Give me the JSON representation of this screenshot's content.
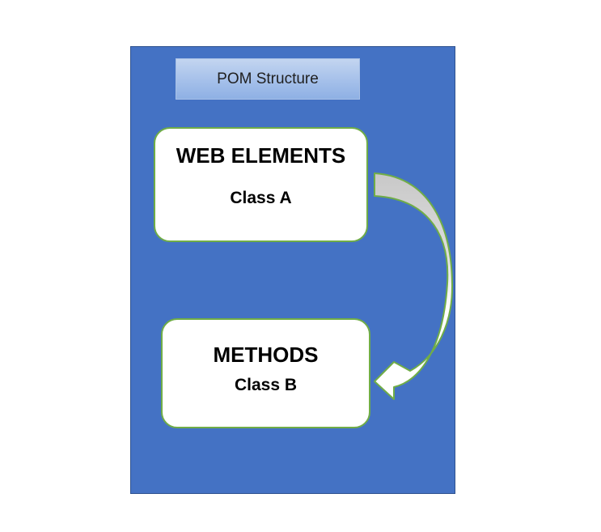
{
  "diagram": {
    "title": "POM Structure",
    "nodes": [
      {
        "id": "class-a",
        "heading": "WEB ELEMENTS",
        "subtitle": "Class A"
      },
      {
        "id": "class-b",
        "heading": "METHODS",
        "subtitle": "Class B"
      }
    ],
    "edges": [
      {
        "from": "class-a",
        "to": "class-b",
        "style": "curved-arrow"
      }
    ],
    "colors": {
      "panel": "#4472c4",
      "card_border": "#70ad47",
      "arrow_fill_light": "#ffffff",
      "arrow_fill_shade": "#c8c8c8",
      "title_box": "#a5c0ea"
    }
  }
}
